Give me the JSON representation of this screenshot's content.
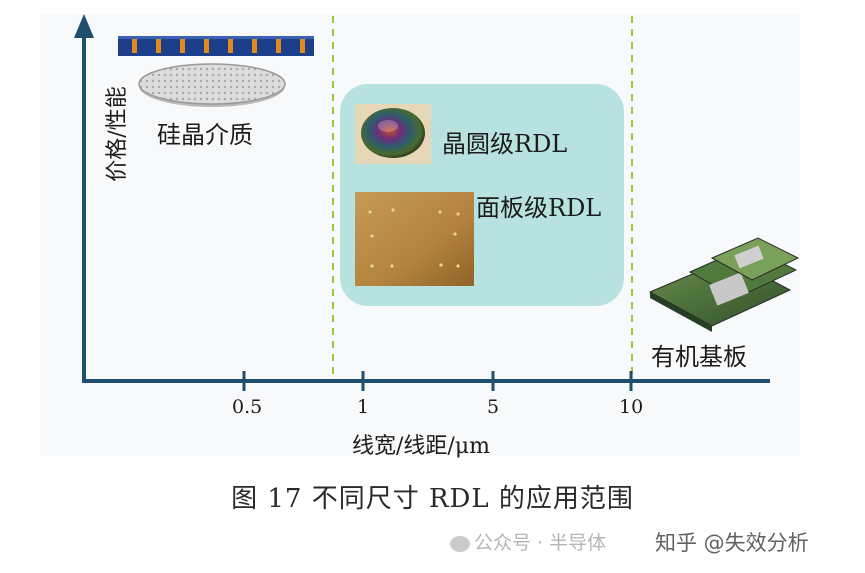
{
  "axes": {
    "y_label": "价格/性能",
    "x_label": "线宽/线距/μm",
    "x_ticks": [
      "0.5",
      "1",
      "5",
      "10"
    ]
  },
  "regions": {
    "silicon": "硅晶介质",
    "wafer_rdl": "晶圆级RDL",
    "panel_rdl": "面板级RDL",
    "organic": "有机基板"
  },
  "caption": "图 17  不同尺寸 RDL 的应用范围",
  "watermark": {
    "account": "公众号 · 半导体",
    "brand": "知乎 @失效分析"
  },
  "colors": {
    "axis": "#1f4e6e",
    "divider": "#9bc53d",
    "rdl_panel": "#b7e2e0",
    "interposer_blue": "#1d3f8a",
    "interposer_orange": "#e08a1e"
  }
}
